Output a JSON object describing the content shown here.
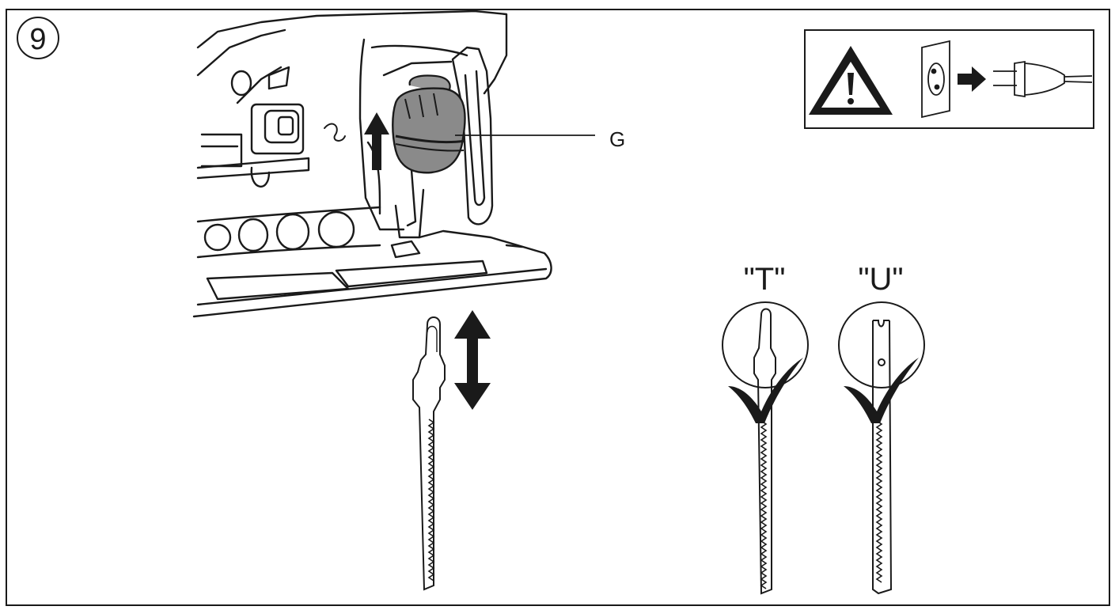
{
  "step": {
    "number": "9"
  },
  "callouts": {
    "g_label": "G"
  },
  "blade_types": [
    {
      "label": "\"T\""
    },
    {
      "label": "\"U\""
    }
  ],
  "icons": {
    "warning": "warning-triangle-icon",
    "socket": "wall-socket-icon",
    "arrow": "arrow-right-icon",
    "plug": "power-plug-icon"
  },
  "colors": {
    "line": "#1a1a1a",
    "lever_fill": "#8a8a8a",
    "arrow_fill": "#1a1a1a",
    "background": "#ffffff"
  }
}
